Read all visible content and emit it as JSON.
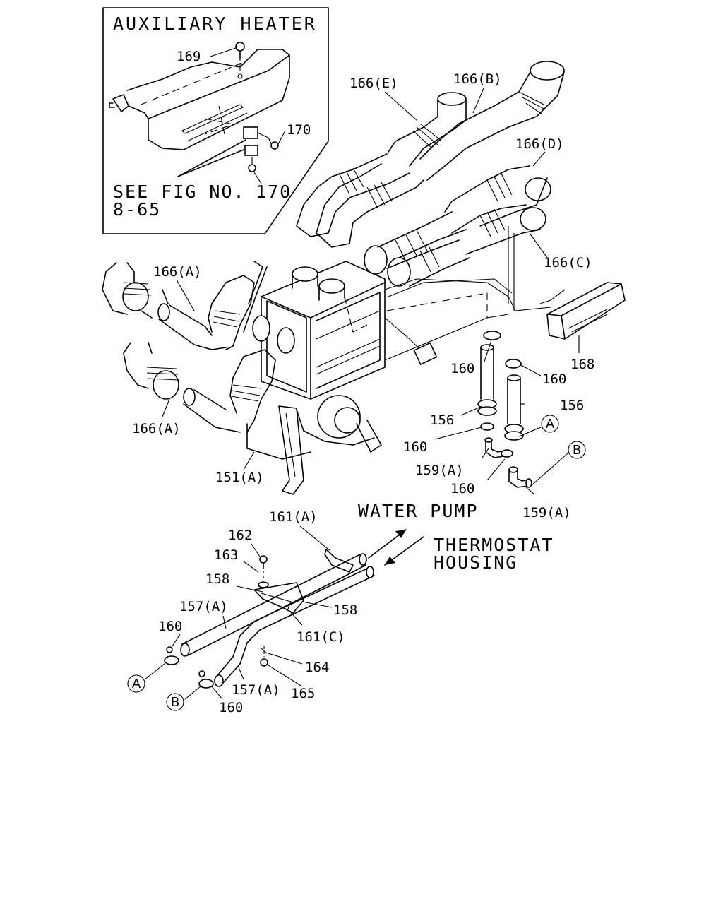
{
  "inset": {
    "title": "AUXILIARY HEATER",
    "see_fig_line1": "SEE FIG NO.",
    "see_fig_line2": "8-65",
    "labels": {
      "p169": "169",
      "p170a": "170",
      "p170b": "170"
    }
  },
  "labels": {
    "p166e": "166(E)",
    "p166b": "166(B)",
    "p166d": "166(D)",
    "p166c": "166(C)",
    "p166a_top": "166(A)",
    "p166a_bottom": "166(A)",
    "p168": "168",
    "p160_a": "160",
    "p160_b": "160",
    "p156_left": "156",
    "p156_right": "156",
    "p160_c": "160",
    "p159a_upper": "159(A)",
    "p160_d": "160",
    "p159a_lower": "159(A)",
    "p151a": "151(A)",
    "p161a": "161(A)",
    "p162": "162",
    "p163": "163",
    "p158_left": "158",
    "p158_right": "158",
    "p157a_upper": "157(A)",
    "p161c": "161(C)",
    "p160_e": "160",
    "p164": "164",
    "p157a_lower": "157(A)",
    "p165": "165",
    "p160_f": "160"
  },
  "callouts": {
    "water_pump": "WATER PUMP",
    "thermostat_line1": "THERMOSTAT",
    "thermostat_line2": "HOUSING"
  },
  "connectors": {
    "a_right": "A",
    "b_right": "B",
    "a_left": "A",
    "b_left": "B"
  }
}
